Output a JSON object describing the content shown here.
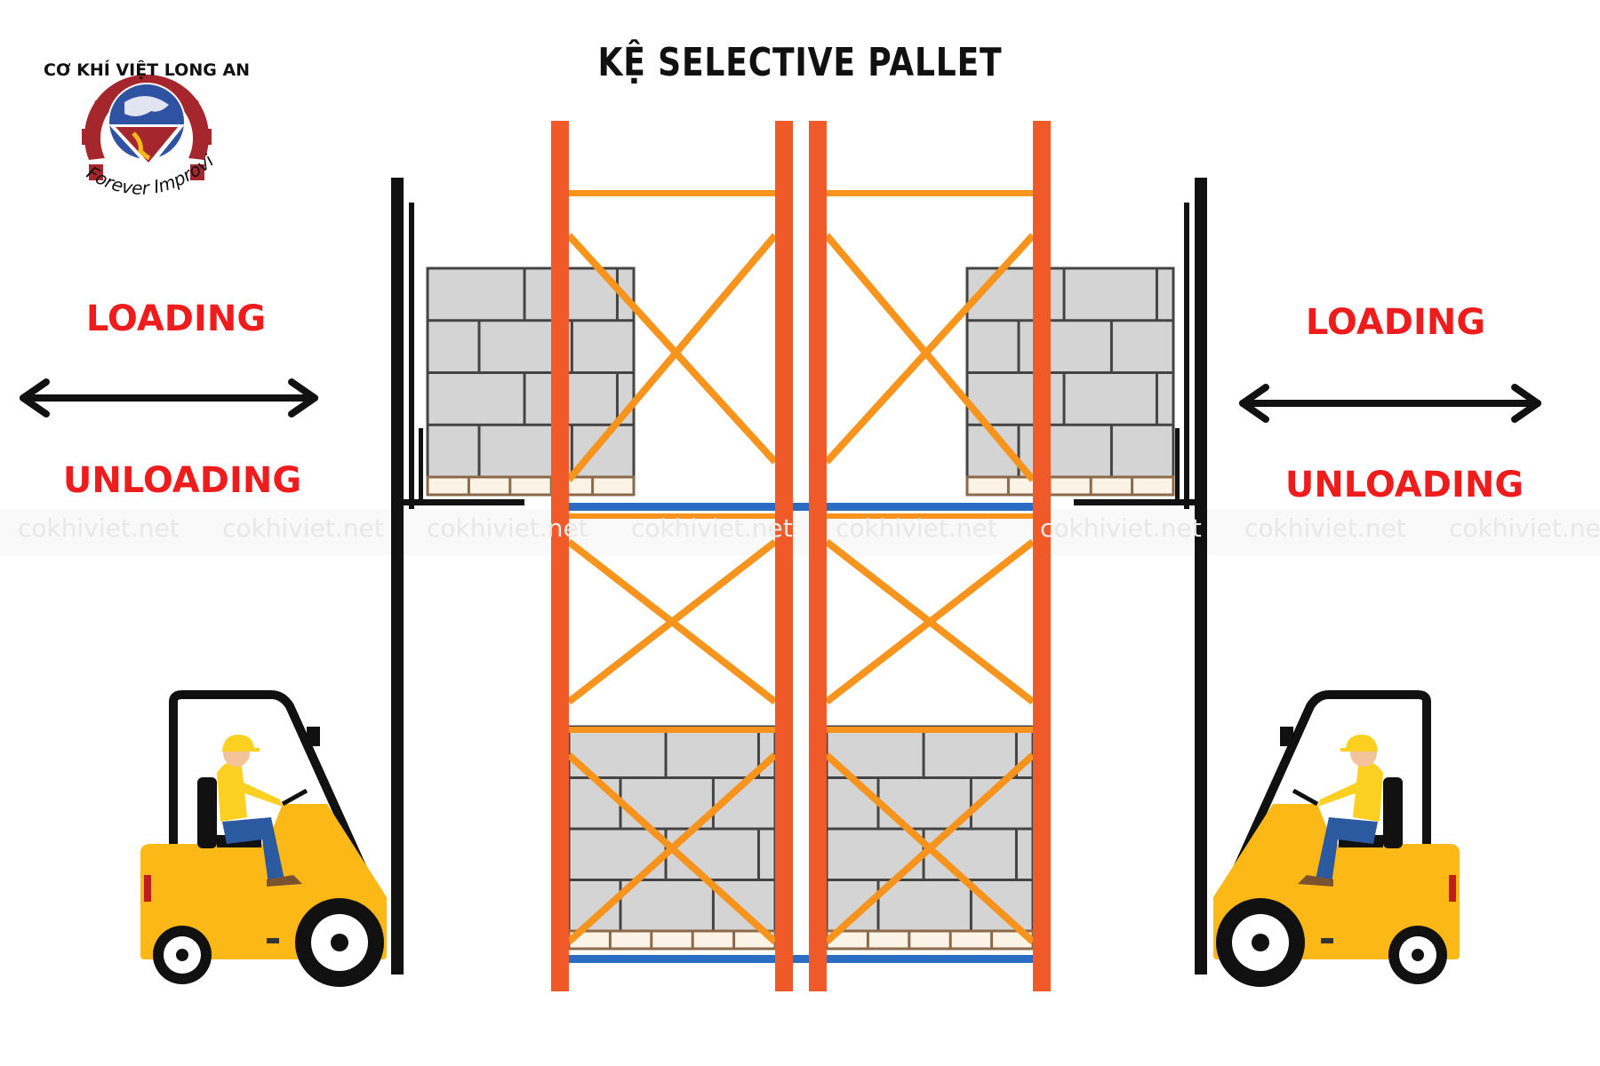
{
  "title": "KỆ SELECTIVE PALLET",
  "brand": {
    "name": "CƠ KHÍ VIỆT LONG AN",
    "slogan": "Forever Improving"
  },
  "left_side": {
    "top_label": "LOADING",
    "bottom_label": "UNLOADING",
    "arrow": "double-headed-arrow-icon"
  },
  "right_side": {
    "top_label": "LOADING",
    "bottom_label": "UNLOADING",
    "arrow": "double-headed-arrow-icon"
  },
  "watermark": "cokhiviet.net",
  "colors": {
    "upright": "#f05a28",
    "bracing": "#f7941d",
    "beam": "#2b6cc4",
    "pallet_box": "#d4d4d4",
    "forklift": "#fbb816",
    "label": "#ee1c1c"
  }
}
